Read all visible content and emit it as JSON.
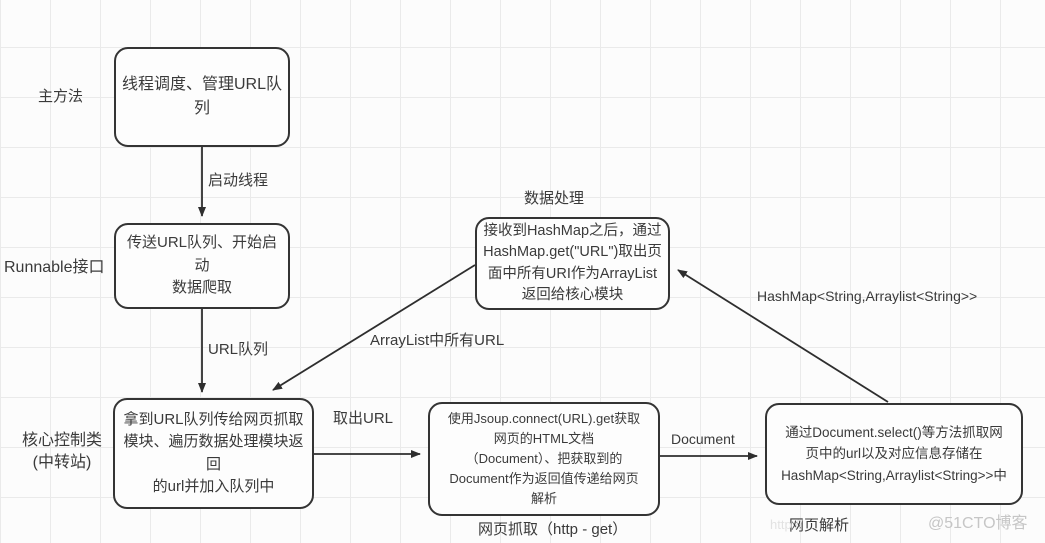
{
  "colors": {
    "edge_line": "#2e2e2e",
    "node_border": "#343434",
    "text": "#3a3a3a",
    "grid": "#eaeaea",
    "background": "#fcfcfc",
    "watermark": "#c6c6c6"
  },
  "nodes": {
    "scheduler": {
      "text": "线程调度、管理URL队列"
    },
    "runnable": {
      "text": "传送URL队列、开始启动\n数据爬取"
    },
    "core": {
      "text": "拿到URL队列传给网页抓取\n模块、遍历数据处理模块返回\n的url并加入队列中"
    },
    "fetch": {
      "text": "使用Jsoup.connect(URL).get获取\n网页的HTML文档\n（Document）、把获取到的\nDocument作为返回值传递给网页\n解析"
    },
    "parse": {
      "text": "通过Document.select()等方法抓取网\n页中的url以及对应信息存储在\nHashMap<String,Arraylist<String>>中"
    },
    "process": {
      "text": "接收到HashMap之后，通过\nHashMap.get(\"URL\")取出页\n面中所有URI作为ArrayList\n返回给核心模块"
    }
  },
  "side_labels": {
    "main_method": "主方法",
    "runnable_interface": "Runnable接口",
    "core_class": "核心控制类\n(中转站)",
    "data_process": "数据处理"
  },
  "edge_labels": {
    "start_thread": "启动线程",
    "url_queue": "URL队列",
    "take_url": "取出URL",
    "document": "Document",
    "hashmap": "HashMap<String,Arraylist<String>>",
    "arraylist": "ArrayList中所有URL"
  },
  "captions": {
    "web_fetch": "网页抓取（http - get）",
    "web_parse": "网页解析"
  },
  "watermark": {
    "url_fragment": "http://",
    "badge": "@51CTO博客"
  }
}
